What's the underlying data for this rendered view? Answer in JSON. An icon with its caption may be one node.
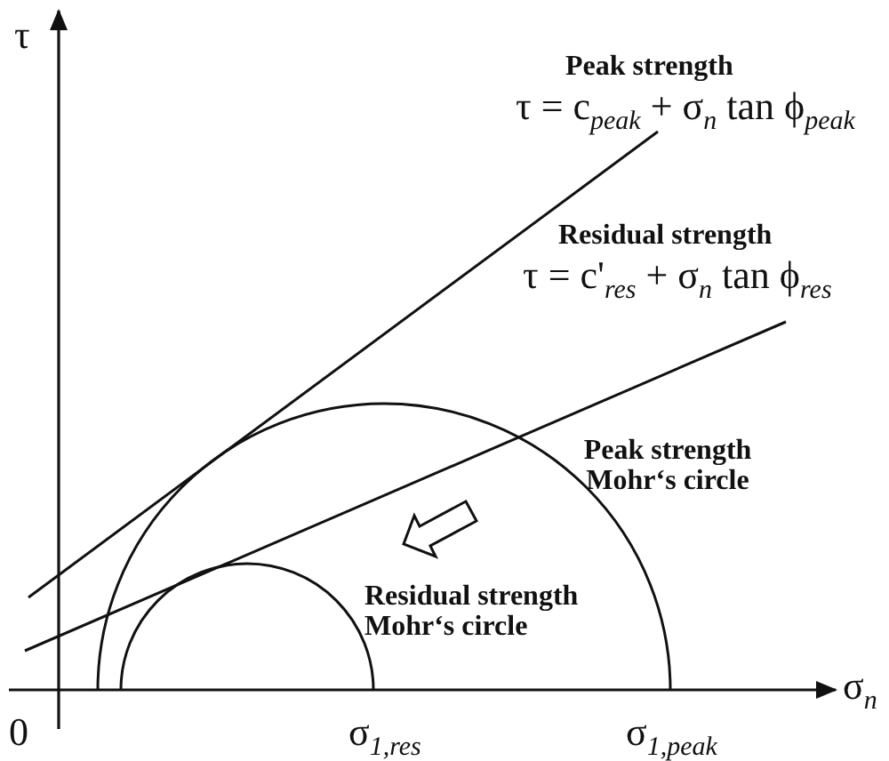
{
  "diagram": {
    "labels": [
      "τ",
      "Peak strength",
      "τ = c$_{peak}$ + σ$_{n}$ tan ϕ$_{peak}$",
      "Residual strength",
      "τ = c'$_{res}$ + σ$_{n}$ tan ϕ$_{res}$",
      "Peak strength Mohr‘s circle",
      "Residual strength Mohr‘s circle",
      "σ$_{n}$",
      "0",
      "σ$_{1,res}$",
      "σ$_{1,peak}$"
    ]
  }
}
